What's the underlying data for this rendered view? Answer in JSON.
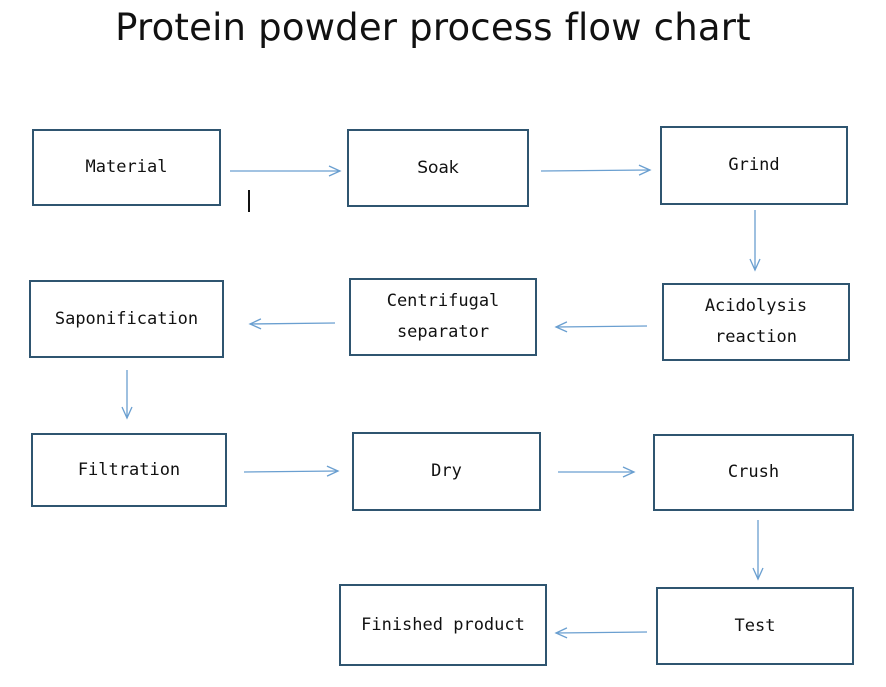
{
  "title": "Protein powder process flow chart",
  "nodes": {
    "material": "Material",
    "soak": "Soak",
    "grind": "Grind",
    "acidolysis": "Acidolysis\nreaction",
    "centrifugal": "Centrifugal\nseparator",
    "saponification": "Saponification",
    "filtration": "Filtration",
    "dry": "Dry",
    "crush": "Crush",
    "test": "Test",
    "finished": "Finished product"
  },
  "colors": {
    "arrow": "#6a9fd0",
    "border": "#2f5570"
  }
}
